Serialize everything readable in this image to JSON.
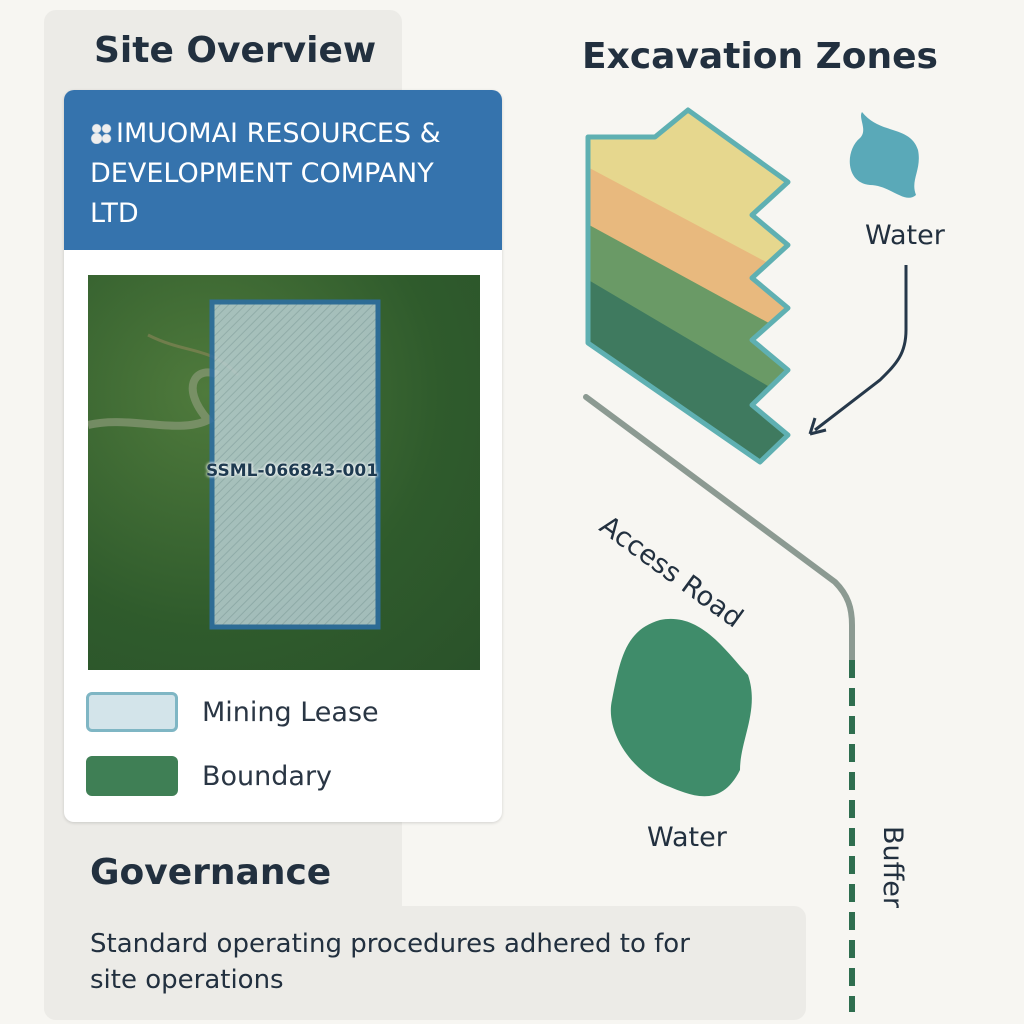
{
  "site_overview": {
    "title": "Site Overview",
    "company": "IMUOMAI RESOURCES & DEVELOPMENT COMPANY LTD",
    "lease_id": "SSML-066843-001",
    "legend": [
      {
        "label": "Mining Lease",
        "color": "#d3e4ea"
      },
      {
        "label": "Boundary",
        "color": "#3f7f55"
      }
    ]
  },
  "excavation": {
    "title": "Excavation Zones",
    "water_top": "Water",
    "water_bottom": "Water",
    "road": "Access Road",
    "buffer": "Buffer"
  },
  "governance": {
    "title": "Governance",
    "text": "Standard operating procedures adhered to for site operations"
  },
  "colors": {
    "header": "#3573ad",
    "zone1": "#e6d78e",
    "zone2": "#e8b97e",
    "zone3": "#6a9a66",
    "zone4": "#3f7a5f",
    "outline": "#5fb0b2",
    "water": "#5aa9b8",
    "water2": "#3f8c6a"
  }
}
